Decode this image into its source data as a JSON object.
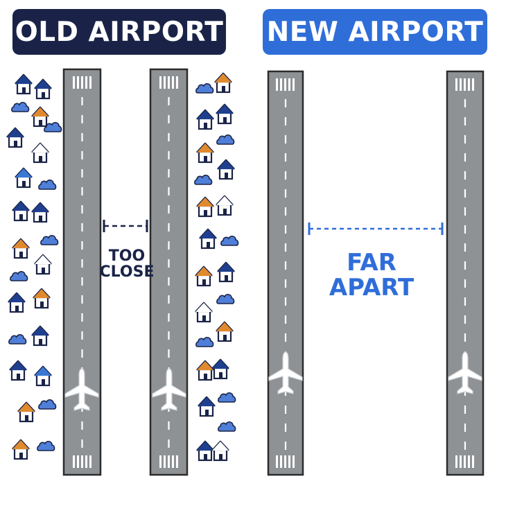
{
  "old_airport": {
    "title": "OLD AIRPORT",
    "gap_label_line1": "TOO",
    "gap_label_line2": "CLOSE"
  },
  "new_airport": {
    "title": "NEW AIRPORT",
    "gap_label_line1": "FAR",
    "gap_label_line2": "APART"
  },
  "colors": {
    "old_title_bg": "#1a2347",
    "new_title_bg": "#2f6ed9",
    "runway": "#8f9295",
    "runway_edge": "#2b2b2b",
    "house_outline": "#1a2347",
    "roof_navy": "#1f3f8f",
    "roof_orange": "#e08a2e",
    "roof_blue": "#3a78d6",
    "tree": "#4f7fd8",
    "plane": "#ffffff"
  },
  "icons": [
    "house-icon",
    "tree-icon",
    "airplane-icon",
    "runway-marking"
  ]
}
